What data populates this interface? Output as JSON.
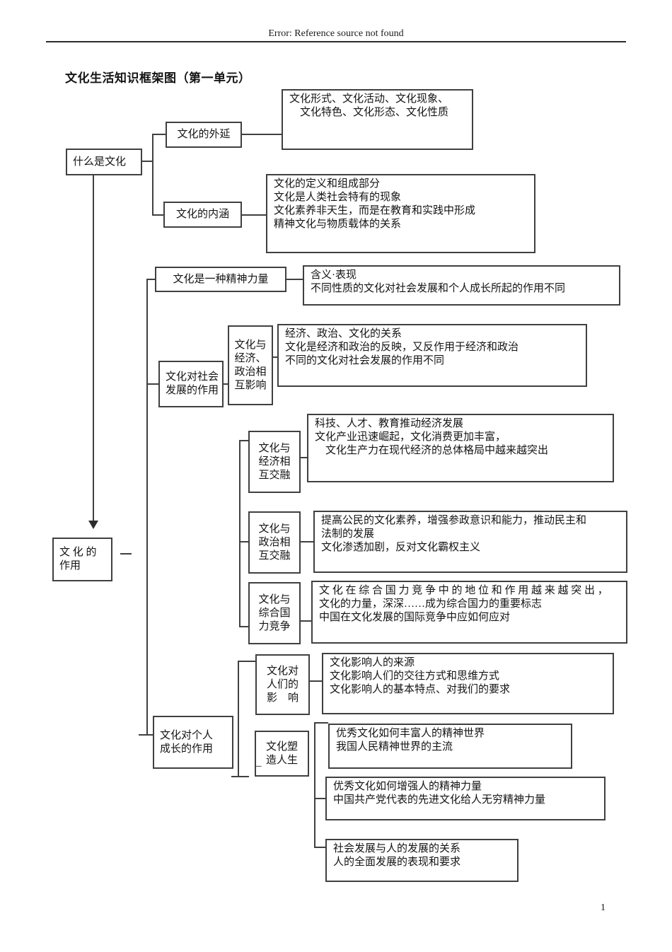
{
  "header": {
    "error_text": "Error: Reference source not found"
  },
  "title": "文化生活知识框架图（第一单元）",
  "footer": {
    "page_number": "1"
  },
  "nodes": {
    "what_is_culture": "什么是文化",
    "extension": "文化的外延",
    "extension_detail": "文化形式、文化活动、文化现象、\n　文化特色、文化形态、文化性质",
    "connotation": "文化的内涵",
    "connotation_detail": "文化的定义和组成部分\n文化是人类社会特有的现象\n文化素养非天生，而是在教育和实践中形成\n精神文化与物质载体的关系",
    "culture_role": "文 化 的\n作用",
    "spiritual_power": "文化是一种精神力量",
    "spiritual_power_detail": "含义·表现\n不同性质的文化对社会发展和个人成长所起的作用不同",
    "social_role": "文化对社会\n发展的作用",
    "econ_politics": "文化与\n经济、\n政治相\n互影响",
    "econ_politics_detail": "经济、政治、文化的关系\n文化是经济和政治的反映，又反作用于经济和政治\n不同的文化对社会发展的作用不同",
    "econ_blend": "文化与\n经济相\n互交融",
    "econ_blend_detail": "科技、人才、教育推动经济发展\n文化产业迅速崛起，文化消费更加丰富，\n　文化生产力在现代经济的总体格局中越来越突出",
    "politics_blend": "文化与\n政治相\n互交融",
    "politics_blend_detail": "提高公民的文化素养，增强参政意识和能力，推动民主和\n法制的发展\n文化渗透加剧，反对文化霸权主义",
    "national_power": "文化与\n综合国\n力竞争",
    "national_power_detail": "文 化 在 综 合 国 力 竞 争 中 的 地 位 和 作 用 越 来 越 突 出 ，\n文化的力量，深深……成为综合国力的重要标志\n中国在文化发展的国际竞争中应如何应对",
    "people_influence": "文化对\n人们的\n影　响",
    "people_influence_detail": "文化影响人的来源\n文化影响人们的交往方式和思维方式\n文化影响人的基本特点、对我们的要求",
    "personal_role": "文化对个人\n成长的作用",
    "shape_life": "文化塑\n造人生",
    "shape_life_mark": "_",
    "shape_detail_1": "优秀文化如何丰富人的精神世界\n我国人民精神世界的主流",
    "shape_detail_2": "优秀文化如何增强人的精神力量\n中国共产党代表的先进文化给人无穷精神力量",
    "shape_detail_3": "社会发展与人的发展的关系\n人的全面发展的表现和要求"
  }
}
